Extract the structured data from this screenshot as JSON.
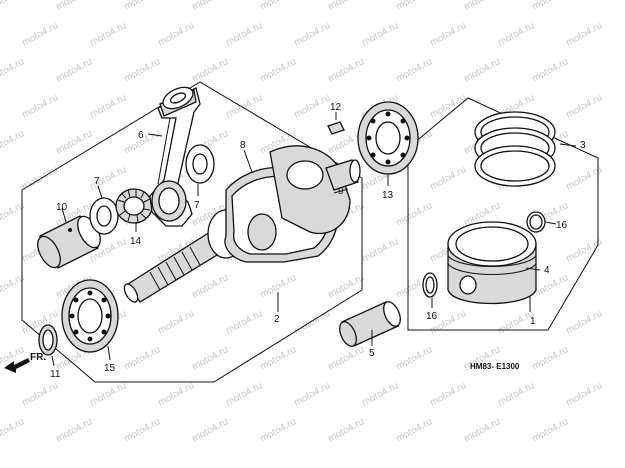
{
  "watermark": "moto4.ru",
  "diagram_code": "HM83- E1300",
  "direction_label": "FR.",
  "callouts": {
    "c1": "1",
    "c2": "2",
    "c3": "3",
    "c4": "4",
    "c5": "5",
    "c6": "6",
    "c7a": "7",
    "c7b": "7",
    "c8": "8",
    "c9": "9",
    "c10": "10",
    "c11": "11",
    "c12": "12",
    "c13": "13",
    "c14": "14",
    "c15": "15",
    "c16a": "16",
    "c16b": "16"
  }
}
